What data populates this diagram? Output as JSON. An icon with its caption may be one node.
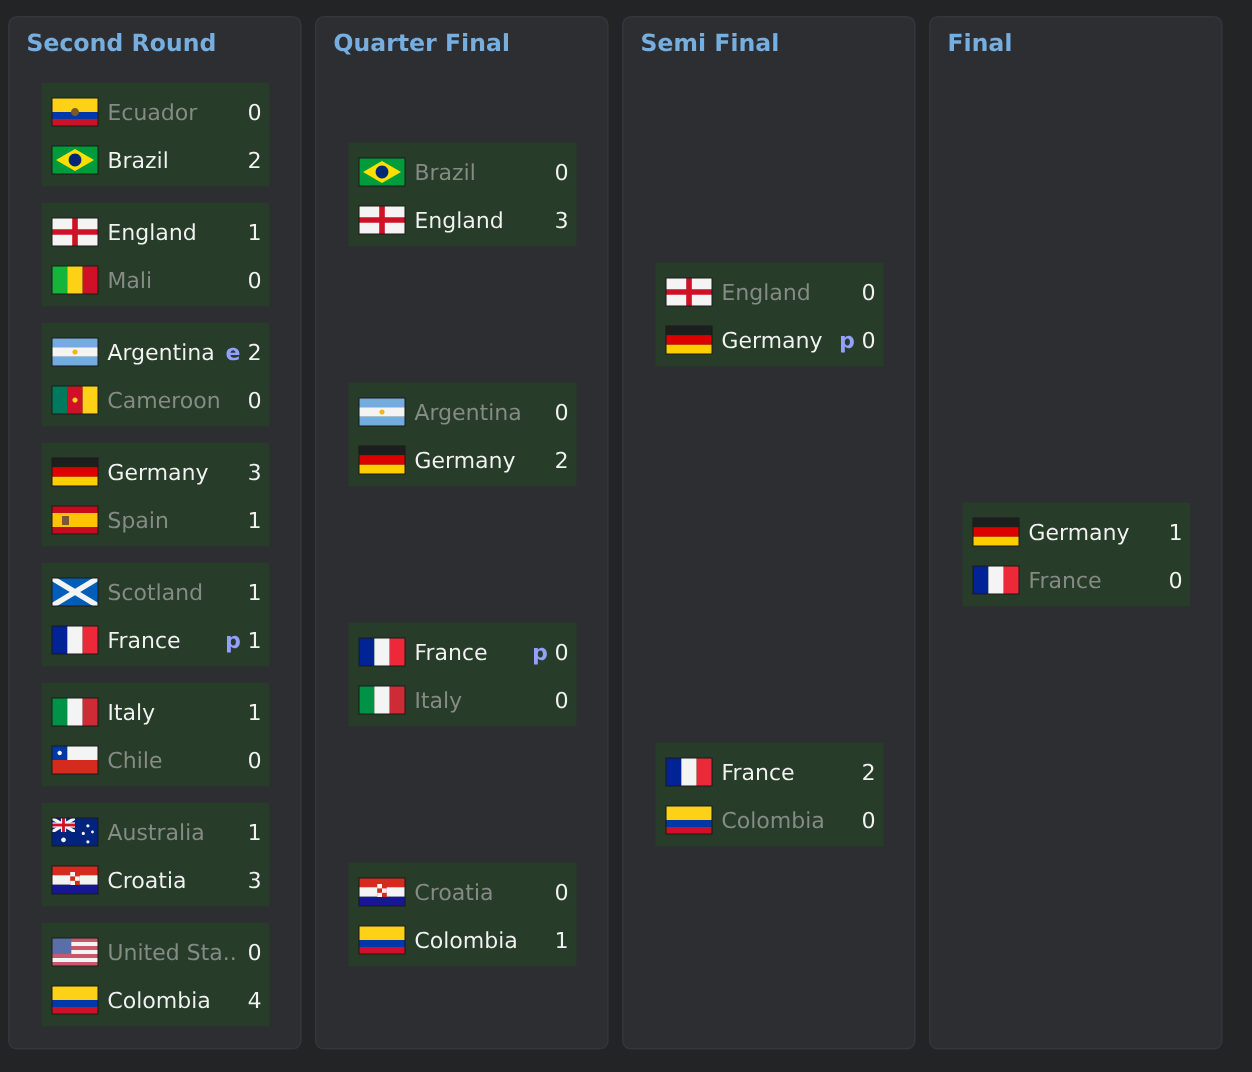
{
  "diagram": {
    "nodes": [
      {
        "text": [
          "Second Round"
        ]
      },
      {
        "text": [
          "Ecuador",
          "0",
          "Brazil",
          "2"
        ],
        "in": 0
      },
      {
        "text": [
          "England",
          "1",
          "Mali",
          "0"
        ],
        "in": 0
      },
      {
        "text": [
          "Argentina",
          "e",
          "2",
          "Cameroon",
          "0"
        ],
        "in": 0
      },
      {
        "text": [
          "Germany",
          "3",
          "Spain",
          "1"
        ],
        "in": 0
      },
      {
        "text": [
          "Scotland",
          "1",
          "France",
          "p",
          "1"
        ],
        "in": 0
      },
      {
        "text": [
          "Italy",
          "1",
          "Chile",
          "0"
        ],
        "in": 0
      },
      {
        "text": [
          "Australia",
          "1",
          "Croatia",
          "3"
        ],
        "in": 0
      },
      {
        "text": [
          "United Sta..",
          "0",
          "Colombia",
          "4"
        ],
        "in": 0
      },
      {
        "text": [
          "Quarter Final"
        ]
      },
      {
        "text": [
          "Brazil",
          "0",
          "England",
          "3"
        ],
        "in": 9
      },
      {
        "text": [
          "Argentina",
          "0",
          "Germany",
          "2"
        ],
        "in": 9
      },
      {
        "text": [
          "France",
          "p",
          "0",
          "Italy",
          "0"
        ],
        "in": 9
      },
      {
        "text": [
          "Croatia",
          "0",
          "Colombia",
          "1"
        ],
        "in": 9
      },
      {
        "text": [
          "Semi Final"
        ]
      },
      {
        "text": [
          "England",
          "0",
          "Germany",
          "p",
          "0"
        ],
        "in": 14
      },
      {
        "text": [
          "France",
          "2",
          "Colombia",
          "0"
        ],
        "in": 14
      },
      {
        "text": [
          "Final"
        ]
      },
      {
        "text": [
          "Germany",
          "1",
          "France",
          "0"
        ],
        "in": 17
      }
    ]
  }
}
